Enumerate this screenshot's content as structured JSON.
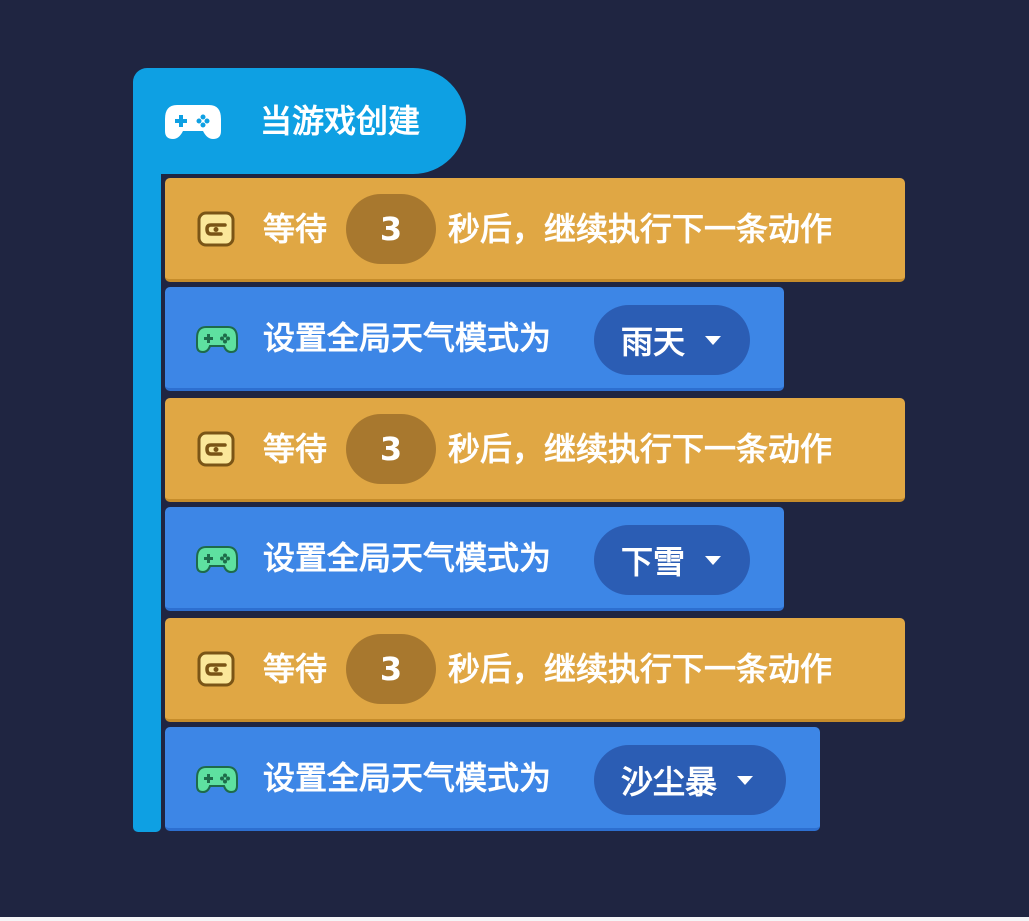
{
  "hat": {
    "label": "当游戏创建",
    "icon": "gamepad-icon",
    "color": "#0ea0e3"
  },
  "blocks": [
    {
      "type": "wait",
      "prefix": "等待",
      "seconds": "3",
      "suffix": "秒后，继续执行下一条动作",
      "icon": "timer-icon",
      "color": "#e0a744"
    },
    {
      "type": "weather",
      "label": "设置全局天气模式为",
      "value": "雨天",
      "icon": "gamepad-icon",
      "color": "#3d86e6"
    },
    {
      "type": "wait",
      "prefix": "等待",
      "seconds": "3",
      "suffix": "秒后，继续执行下一条动作",
      "icon": "timer-icon",
      "color": "#e0a744"
    },
    {
      "type": "weather",
      "label": "设置全局天气模式为",
      "value": "下雪",
      "icon": "gamepad-icon",
      "color": "#3d86e6"
    },
    {
      "type": "wait",
      "prefix": "等待",
      "seconds": "3",
      "suffix": "秒后，继续执行下一条动作",
      "icon": "timer-icon",
      "color": "#e0a744"
    },
    {
      "type": "weather",
      "label": "设置全局天气模式为",
      "value": "沙尘暴",
      "icon": "gamepad-icon",
      "color": "#3d86e6"
    }
  ]
}
